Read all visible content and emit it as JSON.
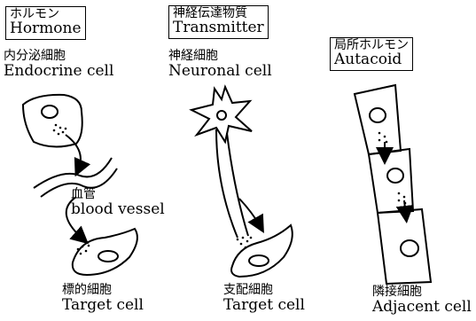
{
  "hormone": {
    "box_jp": "ホルモン",
    "box_en": "Hormone",
    "source_jp": "内分泌細胞",
    "source_en": "Endocrine cell",
    "vessel_jp": "血管",
    "vessel_en": "blood vessel",
    "target_jp": "標的細胞",
    "target_en": "Target cell"
  },
  "transmitter": {
    "box_jp": "神経伝達物質",
    "box_en": "Transmitter",
    "source_jp": "神経細胞",
    "source_en": "Neuronal cell",
    "target_jp": "支配細胞",
    "target_en": "Target cell"
  },
  "autacoid": {
    "box_jp": "局所ホルモン",
    "box_en": "Autacoid",
    "target_jp": "隣接細胞",
    "target_en": "Adjacent cell"
  }
}
